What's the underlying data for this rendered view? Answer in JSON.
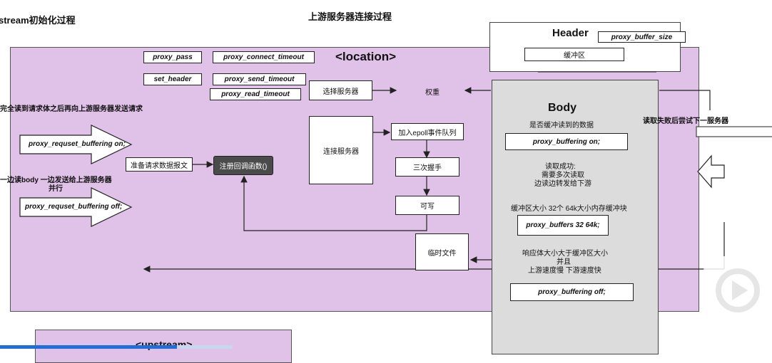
{
  "titles": {
    "left": "stream初始化过程",
    "main": "上游服务器连接过程",
    "location": "<location>",
    "upstream": "<upstream>"
  },
  "directives": {
    "proxy_pass": "proxy_pass",
    "set_header": "set_header",
    "connect_timeout": "proxy_connect_timeout",
    "send_timeout": "proxy_send_timeout",
    "read_timeout": "proxy_read_timeout"
  },
  "notes": {
    "full_read": "完全读到请求体之后再向上游服务器发送请求",
    "parallel_line1": "一边读body 一边发送给上游服务器",
    "parallel_line2": "并行",
    "read_fail": "读取失败后尝试下一服务器"
  },
  "buffering_boxes": {
    "request_on": "proxy_requset_buffering on;",
    "request_off": "proxy_requset_buffering off;"
  },
  "flow": {
    "prepare_request": "准备请求数据报文",
    "register_callback": "注册回调函数()",
    "select_server": "选择服务器",
    "weight": "权重",
    "connect_server": "连接服务器",
    "add_epoll": "加入epoll事件队列",
    "handshake": "三次握手",
    "writable": "可写",
    "temp_file": "临时文件"
  },
  "header": {
    "title": "Header",
    "buffer_size": "proxy_buffer_size",
    "buffer_area": "缓冲区"
  },
  "body": {
    "title": "Body",
    "cached_question": "是否缓冲读到的数据",
    "buffering_on": "proxy_buffering on;",
    "read_success_1": "读取成功:",
    "read_success_2": "需要多次读取",
    "read_success_3": "边读边转发给下游",
    "buffer_size_note": "缓冲区大小 32个 64k大小内存缓冲块",
    "proxy_buffers": "proxy_buffers 32 64k;",
    "resp_note_1": "响应体大小大于缓冲区大小",
    "resp_note_2": "并且",
    "resp_note_3": "上游速度慢 下游速度快",
    "buffering_off": "proxy_buffering off;"
  },
  "colors": {
    "location_bg": "#e0c1e8",
    "body_bg": "#dcdcdc",
    "dark_box": "#4b4b4b",
    "progress": "#1e6fd9"
  }
}
